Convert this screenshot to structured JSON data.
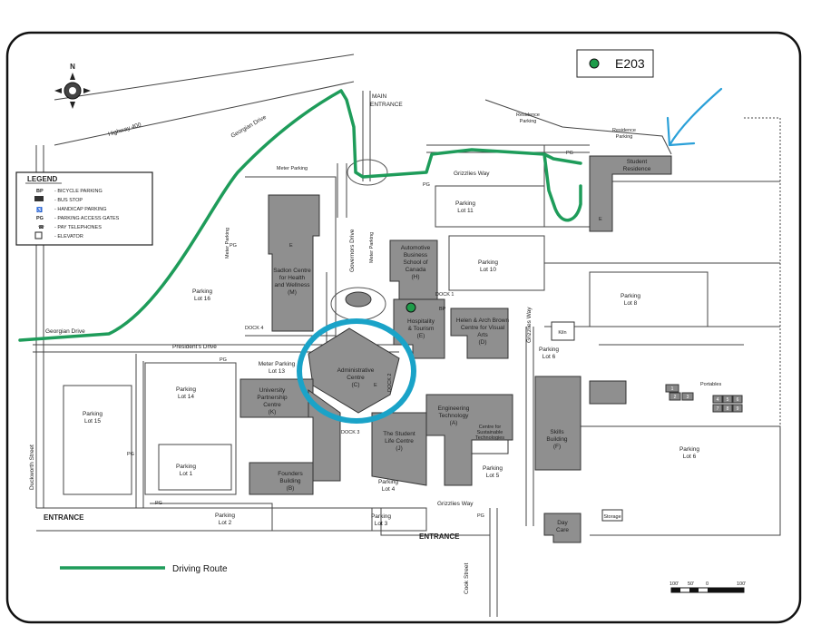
{
  "map": {
    "north_label": "N",
    "highway": "Highway 400",
    "georgian_drive_top": "Georgian Drive",
    "georgian_drive_bottom": "Georgian Drive",
    "main_entrance_l1": "MAIN",
    "main_entrance_l2": "ENTRANCE",
    "grizzlies_way_top": "Grizzlies Way",
    "grizzlies_way_bottom": "Grizzlies Way",
    "grizzlies_way_right": "Grizzlies Way",
    "presidents_drive": "President's Drive",
    "governors_drive": "Governors Drive",
    "duckworth_street": "Duckworth Street",
    "cook_street": "Cook Street",
    "entrance_left": "ENTRANCE",
    "entrance_bottom": "ENTRANCE",
    "dock4": "DOCK 4",
    "dock3": "DOCK 3",
    "dock2": "DOCK 2",
    "dock1": "DOCK 1",
    "pg": "PG",
    "bp": "BP",
    "elev": "E"
  },
  "marker": {
    "label": "E203",
    "color": "#1e9c4a"
  },
  "legend": {
    "title": "LEGEND",
    "items": [
      {
        "symbol": "BP",
        "text": "- BICYCLE PARKING"
      },
      {
        "symbol": "bus",
        "text": "- BUS STOP"
      },
      {
        "symbol": "hc",
        "text": "- HANDICAP PARKING"
      },
      {
        "symbol": "PG",
        "text": "- PARKING ACCESS GATES"
      },
      {
        "symbol": "tel",
        "text": "- PAY TELEPHONES"
      },
      {
        "symbol": "E",
        "text": "- ELEVATOR"
      }
    ]
  },
  "route_legend": {
    "label": "Driving Route",
    "color": "#1e9c5a"
  },
  "buildings": {
    "sadlon": [
      "Sadlon Centre",
      "for Health",
      "and Wellness",
      "(M)"
    ],
    "automotive": [
      "Automotive",
      "Business",
      "School of",
      "Canada",
      "(H)"
    ],
    "hospitality": [
      "Hospitality",
      "& Tourism",
      "(E)"
    ],
    "heleneg": [
      "Helen & Arch Brown",
      "Centre for Visual",
      "Arts",
      "(D)"
    ],
    "admin": [
      "Administrative",
      "Centre",
      "(C)"
    ],
    "university": [
      "University",
      "Partnership",
      "Centre",
      "(K)"
    ],
    "engineering": [
      "Engineering",
      "Technology",
      "(A)"
    ],
    "student_life": [
      "The Student",
      "Life Centre",
      "(J)"
    ],
    "skills": [
      "Skills",
      "Building",
      "(F)"
    ],
    "founders": [
      "Founders",
      "Building",
      "(B)"
    ],
    "student_residence": [
      "Student",
      "Residence"
    ],
    "day_care": [
      "Day",
      "Care"
    ],
    "kiln": "Kiln",
    "sustainable": [
      "Centre for",
      "Sustainable",
      "Technologies"
    ],
    "storage": "Storage",
    "portables": "Portables"
  },
  "parking": {
    "lot1": [
      "Parking",
      "Lot 1"
    ],
    "lot2": [
      "Parking",
      "Lot 2"
    ],
    "lot3": [
      "Parking",
      "Lot 3"
    ],
    "lot4": [
      "Parking",
      "Lot 4"
    ],
    "lot5": [
      "Parking",
      "Lot 5"
    ],
    "lot6a": [
      "Parking",
      "Lot 6"
    ],
    "lot6b": [
      "Parking",
      "Lot 6"
    ],
    "lot8": [
      "Parking",
      "Lot 8"
    ],
    "lot10": [
      "Parking",
      "Lot 10"
    ],
    "lot11": [
      "Parking",
      "Lot 11"
    ],
    "lot13": [
      "Meter Parking",
      "Lot 13"
    ],
    "lot14": [
      "Parking",
      "Lot 14"
    ],
    "lot15": [
      "Parking",
      "Lot 15"
    ],
    "lot16": [
      "Parking",
      "Lot 16"
    ],
    "meter_top": "Meter Parking",
    "meter_parking_v1": "Meter Parking",
    "meter_parking_v2": "Meter Parking",
    "residence_parking_a": [
      "Residence",
      "Parking"
    ],
    "residence_parking_b": [
      "Residence",
      "Parking"
    ]
  },
  "scale": {
    "t0": "100'",
    "t1": "50'",
    "t2": "0",
    "t3": "100'"
  },
  "portable_numbers": [
    "1",
    "2",
    "3",
    "4",
    "5",
    "6",
    "7",
    "8",
    "9"
  ],
  "colors": {
    "building": "#8f8f8f",
    "route": "#1e9c5a",
    "highlight": "#1aa3c8",
    "arrow": "#2aa0d8"
  }
}
